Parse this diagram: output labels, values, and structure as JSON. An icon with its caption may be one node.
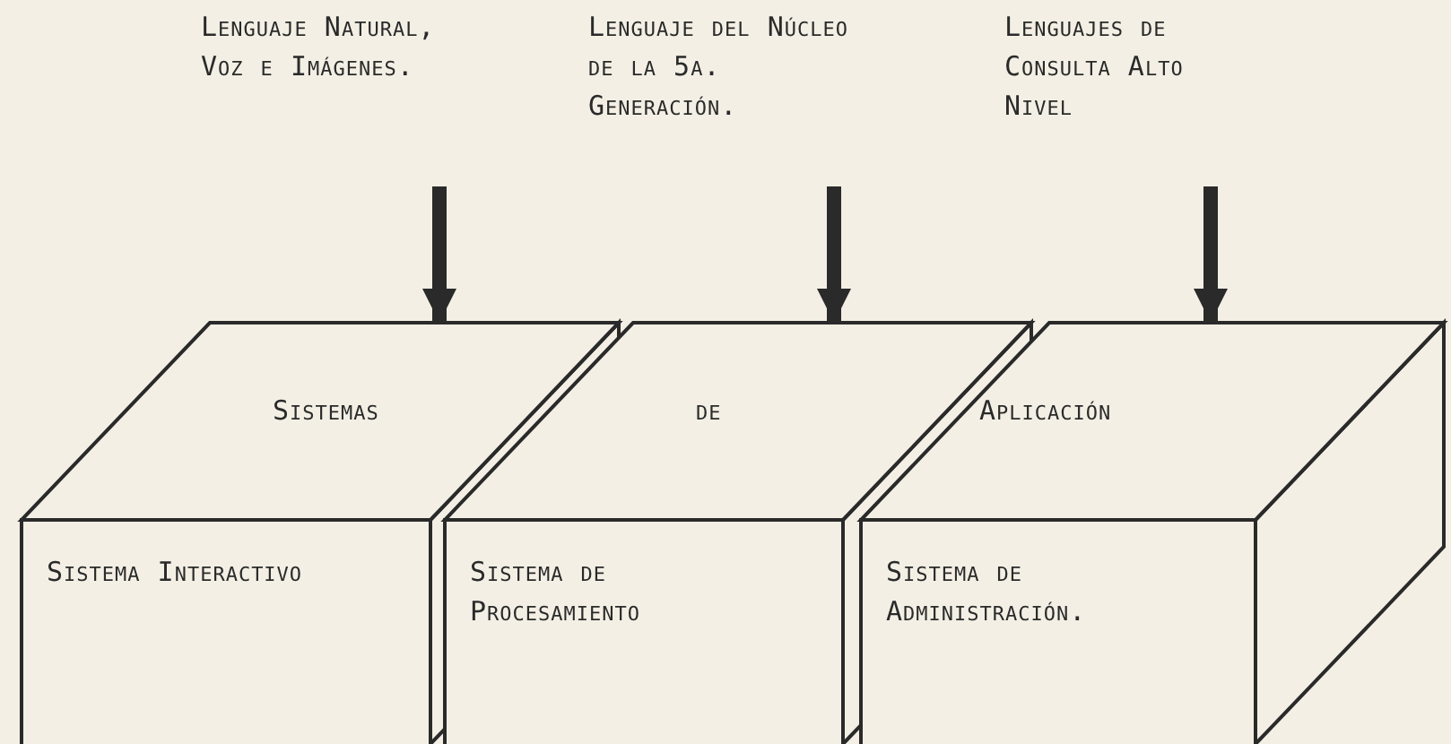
{
  "diagram": {
    "nodes": [
      {
        "text": [
          "Lenguaje Natural, Voz e Imágenes."
        ]
      },
      {
        "text": [
          "Lenguaje del Núcleo de la 5a. Generación."
        ]
      },
      {
        "text": [
          "Lenguajes de Consulta Alto Nivel"
        ]
      },
      {
        "text": [
          "Sistemas",
          "Sistema Interactivo"
        ]
      },
      {
        "text": [
          "de",
          "Sistema de Procesamiento"
        ]
      },
      {
        "text": [
          "Aplicación",
          "Sistema de Administración."
        ]
      }
    ],
    "edges": [
      {
        "from": 0,
        "to": 3,
        "arrow": "to"
      },
      {
        "from": 1,
        "to": 4,
        "arrow": "to"
      },
      {
        "from": 2,
        "to": 5,
        "arrow": "to"
      }
    ]
  }
}
